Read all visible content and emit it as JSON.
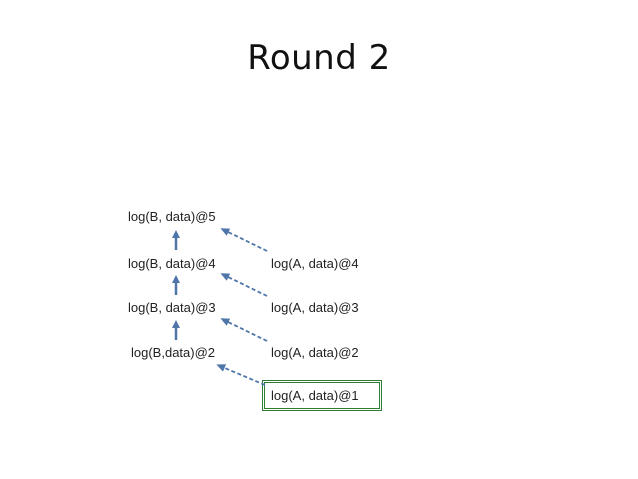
{
  "title": "Round 2",
  "nodes": {
    "b5": "log(B, data)@5",
    "b4": "log(B, data)@4",
    "b3": "log(B, data)@3",
    "b2": "log(B,data)@2",
    "a4": "log(A, data)@4",
    "a3": "log(A, data)@3",
    "a2": "log(A, data)@2",
    "a1": "log(A, data)@1"
  },
  "colors": {
    "arrow": "#4f76a8",
    "highlight_border": "#2e7d32"
  }
}
